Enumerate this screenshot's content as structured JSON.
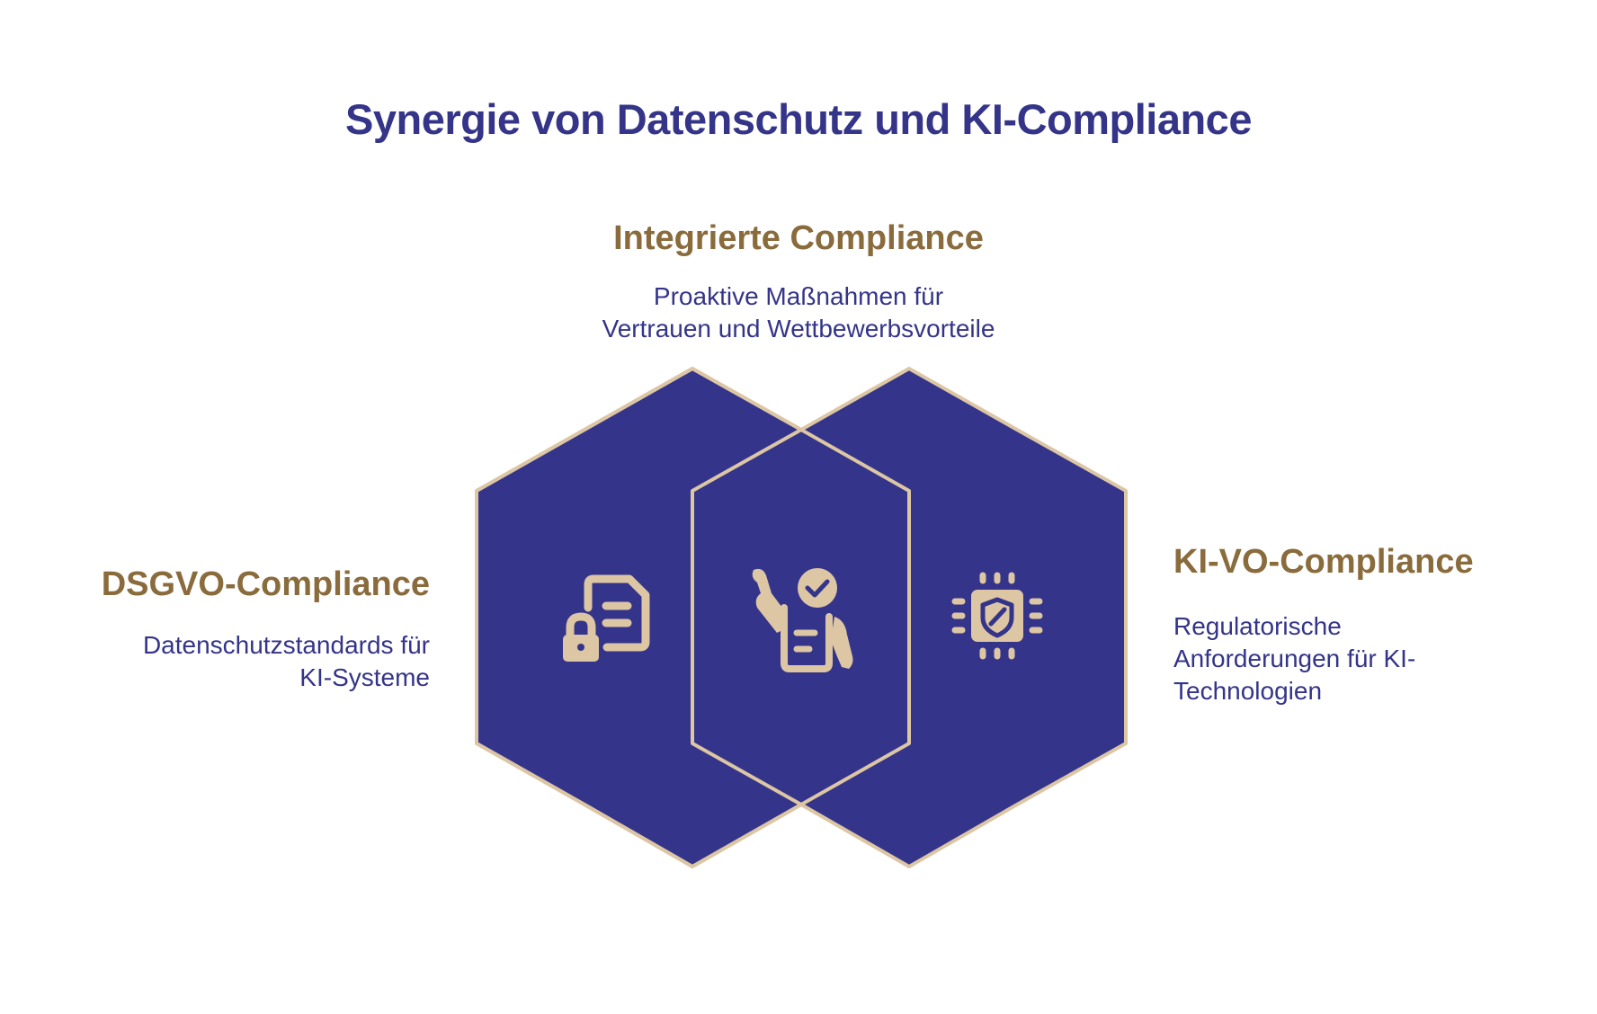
{
  "title": "Synergie von Datenschutz und KI-Compliance",
  "sections": {
    "top": {
      "heading": "Integrierte Compliance",
      "description_lines": [
        "Proaktive Maßnahmen für",
        "Vertrauen und Wettbewerbsvorteile"
      ],
      "icon": "approved-document-hands-icon"
    },
    "left": {
      "heading": "DSGVO-Compliance",
      "description_lines": [
        "Datenschutzstandards für",
        "KI-Systeme"
      ],
      "icon": "locked-document-icon"
    },
    "right": {
      "heading": "KI-VO-Compliance",
      "description_lines": [
        "Regulatorische",
        "Anforderungen für KI-",
        "Technologien"
      ],
      "icon": "chip-shield-icon"
    }
  },
  "colors": {
    "hexagon_fill": "#34348a",
    "hexagon_stroke": "#dcc6a4",
    "icon": "#dcc6a4",
    "title": "#343489",
    "heading": "#8a6b3c",
    "description": "#343489"
  }
}
